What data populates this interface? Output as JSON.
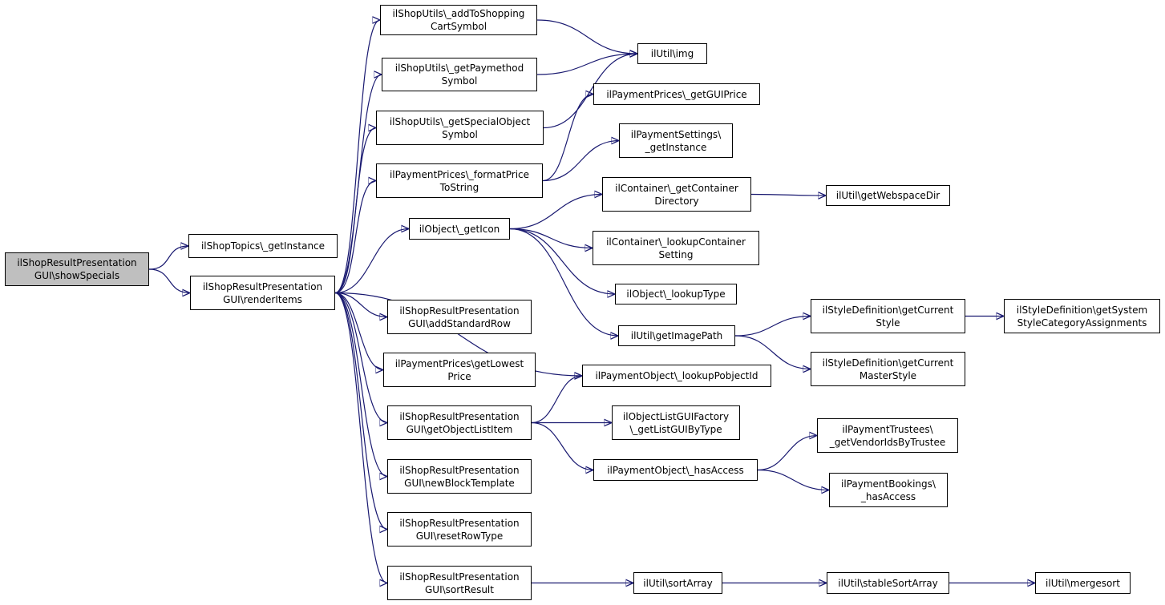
{
  "graph": {
    "nodes": [
      {
        "id": "root",
        "label": "ilShopResultPresentation\nGUI\\showSpecials",
        "root": true
      },
      {
        "id": "topics",
        "label": "ilShopTopics\\_getInstance"
      },
      {
        "id": "renderItems",
        "label": "ilShopResultPresentation\nGUI\\renderItems"
      },
      {
        "id": "addCart",
        "label": "ilShopUtils\\_addToShopping\nCartSymbol"
      },
      {
        "id": "paymethod",
        "label": "ilShopUtils\\_getPaymethod\nSymbol"
      },
      {
        "id": "special",
        "label": "ilShopUtils\\_getSpecialObject\nSymbol"
      },
      {
        "id": "formatPrice",
        "label": "ilPaymentPrices\\_formatPrice\nToString"
      },
      {
        "id": "getIcon",
        "label": "ilObject\\_getIcon"
      },
      {
        "id": "addStdRow",
        "label": "ilShopResultPresentation\nGUI\\addStandardRow"
      },
      {
        "id": "lowest",
        "label": "ilPaymentPrices\\getLowest\nPrice"
      },
      {
        "id": "getObjList",
        "label": "ilShopResultPresentation\nGUI\\getObjectListItem"
      },
      {
        "id": "newBlock",
        "label": "ilShopResultPresentation\nGUI\\newBlockTemplate"
      },
      {
        "id": "resetRow",
        "label": "ilShopResultPresentation\nGUI\\resetRowType"
      },
      {
        "id": "sortResult",
        "label": "ilShopResultPresentation\nGUI\\sortResult"
      },
      {
        "id": "img",
        "label": "ilUtil\\img"
      },
      {
        "id": "guiPrice",
        "label": "ilPaymentPrices\\_getGUIPrice"
      },
      {
        "id": "paySettings",
        "label": "ilPaymentSettings\\\n_getInstance"
      },
      {
        "id": "contDir",
        "label": "ilContainer\\_getContainer\nDirectory"
      },
      {
        "id": "contSetting",
        "label": "ilContainer\\_lookupContainer\nSetting"
      },
      {
        "id": "lookupType",
        "label": "ilObject\\_lookupType"
      },
      {
        "id": "imagePath",
        "label": "ilUtil\\getImagePath"
      },
      {
        "id": "lookupPobj",
        "label": "ilPaymentObject\\_lookupPobjectId"
      },
      {
        "id": "listFactory",
        "label": "ilObjectListGUIFactory\n\\_getListGUIByType"
      },
      {
        "id": "hasAccess",
        "label": "ilPaymentObject\\_hasAccess"
      },
      {
        "id": "sortArray",
        "label": "ilUtil\\sortArray"
      },
      {
        "id": "webspace",
        "label": "ilUtil\\getWebspaceDir"
      },
      {
        "id": "curStyle",
        "label": "ilStyleDefinition\\getCurrent\nStyle"
      },
      {
        "id": "curMaster",
        "label": "ilStyleDefinition\\getCurrent\nMasterStyle"
      },
      {
        "id": "trustees",
        "label": "ilPaymentTrustees\\\n_getVendorIdsByTrustee"
      },
      {
        "id": "bookings",
        "label": "ilPaymentBookings\\\n_hasAccess"
      },
      {
        "id": "stableSort",
        "label": "ilUtil\\stableSortArray"
      },
      {
        "id": "sysStyle",
        "label": "ilStyleDefinition\\getSystem\nStyleCategoryAssignments"
      },
      {
        "id": "mergesort",
        "label": "ilUtil\\mergesort"
      }
    ],
    "edges": [
      [
        "root",
        "topics"
      ],
      [
        "root",
        "renderItems"
      ],
      [
        "renderItems",
        "addCart"
      ],
      [
        "renderItems",
        "paymethod"
      ],
      [
        "renderItems",
        "special"
      ],
      [
        "renderItems",
        "formatPrice"
      ],
      [
        "renderItems",
        "getIcon"
      ],
      [
        "renderItems",
        "addStdRow"
      ],
      [
        "renderItems",
        "lowest"
      ],
      [
        "renderItems",
        "getObjList"
      ],
      [
        "renderItems",
        "newBlock"
      ],
      [
        "renderItems",
        "resetRow"
      ],
      [
        "renderItems",
        "sortResult"
      ],
      [
        "renderItems",
        "lookupPobj"
      ],
      [
        "addCart",
        "img"
      ],
      [
        "paymethod",
        "img"
      ],
      [
        "special",
        "img"
      ],
      [
        "formatPrice",
        "guiPrice"
      ],
      [
        "formatPrice",
        "paySettings"
      ],
      [
        "getIcon",
        "contDir"
      ],
      [
        "getIcon",
        "contSetting"
      ],
      [
        "getIcon",
        "lookupType"
      ],
      [
        "getIcon",
        "imagePath"
      ],
      [
        "contDir",
        "webspace"
      ],
      [
        "imagePath",
        "curStyle"
      ],
      [
        "imagePath",
        "curMaster"
      ],
      [
        "curStyle",
        "sysStyle"
      ],
      [
        "getObjList",
        "lookupPobj"
      ],
      [
        "getObjList",
        "listFactory"
      ],
      [
        "getObjList",
        "hasAccess"
      ],
      [
        "hasAccess",
        "trustees"
      ],
      [
        "hasAccess",
        "bookings"
      ],
      [
        "sortResult",
        "sortArray"
      ],
      [
        "sortArray",
        "stableSort"
      ],
      [
        "stableSort",
        "mergesort"
      ]
    ]
  }
}
